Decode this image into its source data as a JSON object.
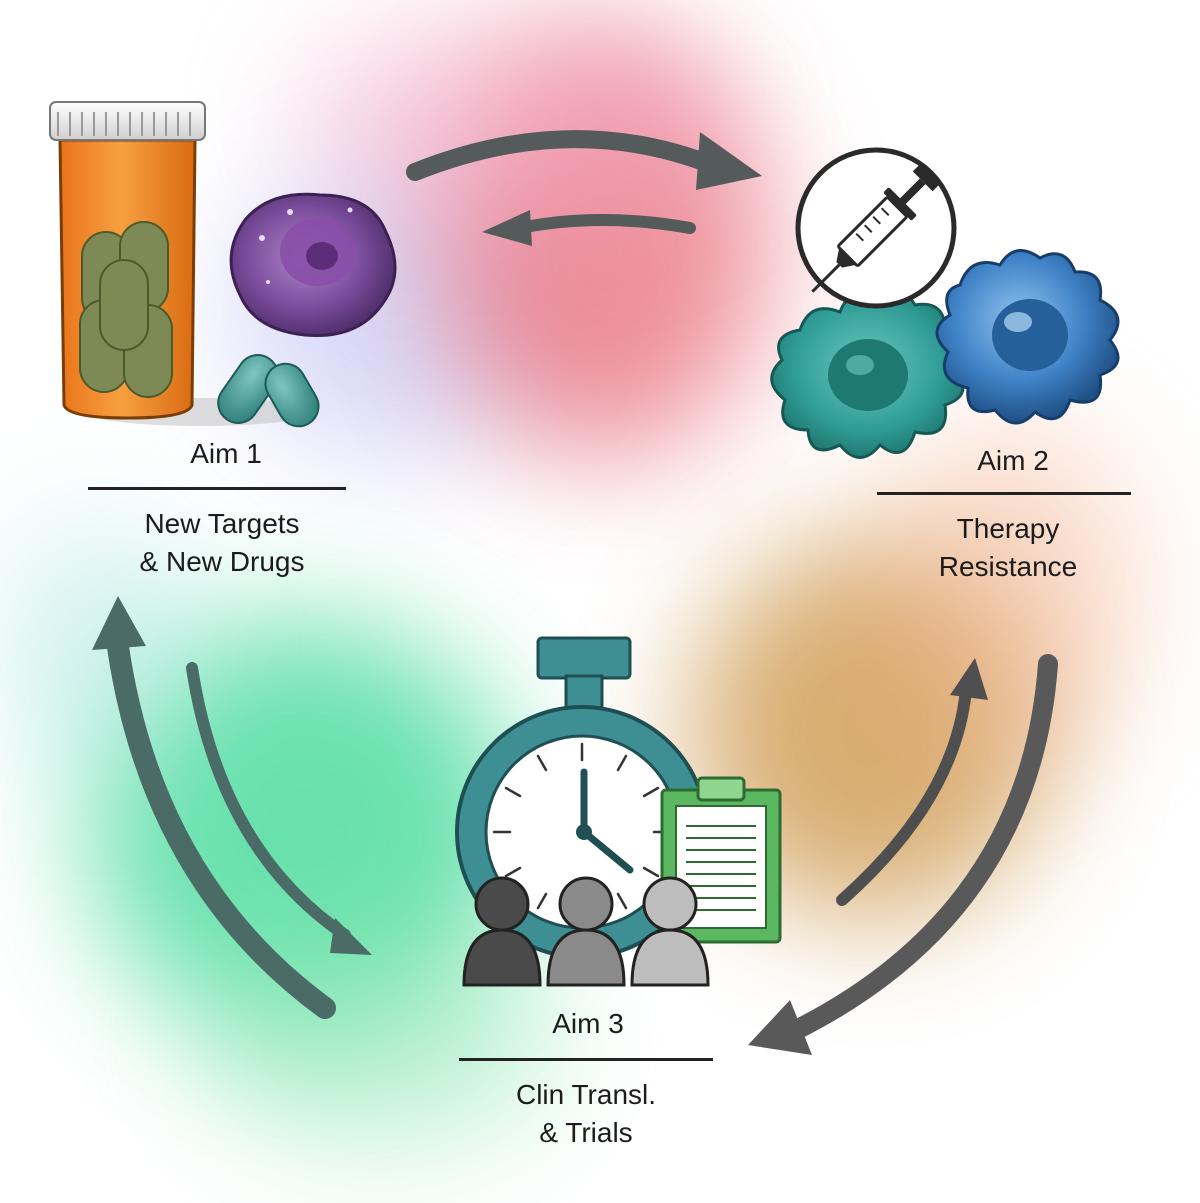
{
  "aims": [
    {
      "title": "Aim 1",
      "lines": [
        "New Targets",
        "& New Drugs"
      ]
    },
    {
      "title": "Aim 2",
      "lines": [
        "Therapy",
        "Resistance"
      ]
    },
    {
      "title": "Aim 3",
      "lines": [
        "Clin Transl.",
        "& Trials"
      ]
    }
  ],
  "colors": {
    "aim1_glow": "#c9c6f2",
    "aim2_glow": "#e7707a",
    "aim3_glow": "#2fd38a",
    "aim2_aim3_glow": "#c98a2f",
    "arrow_dark": "#555a5a",
    "arrow_teal": "#4b6b66",
    "pill_bottle": "#f08a1e",
    "clock_teal": "#3e8f94",
    "clipboard_green": "#5cb860"
  },
  "icons": [
    "pill-bottle-icon",
    "capsule-icon",
    "purple-cell-icon",
    "syringe-icon",
    "teal-cell-icon",
    "blue-cell-icon",
    "stopwatch-icon",
    "clipboard-icon",
    "people-icon"
  ]
}
